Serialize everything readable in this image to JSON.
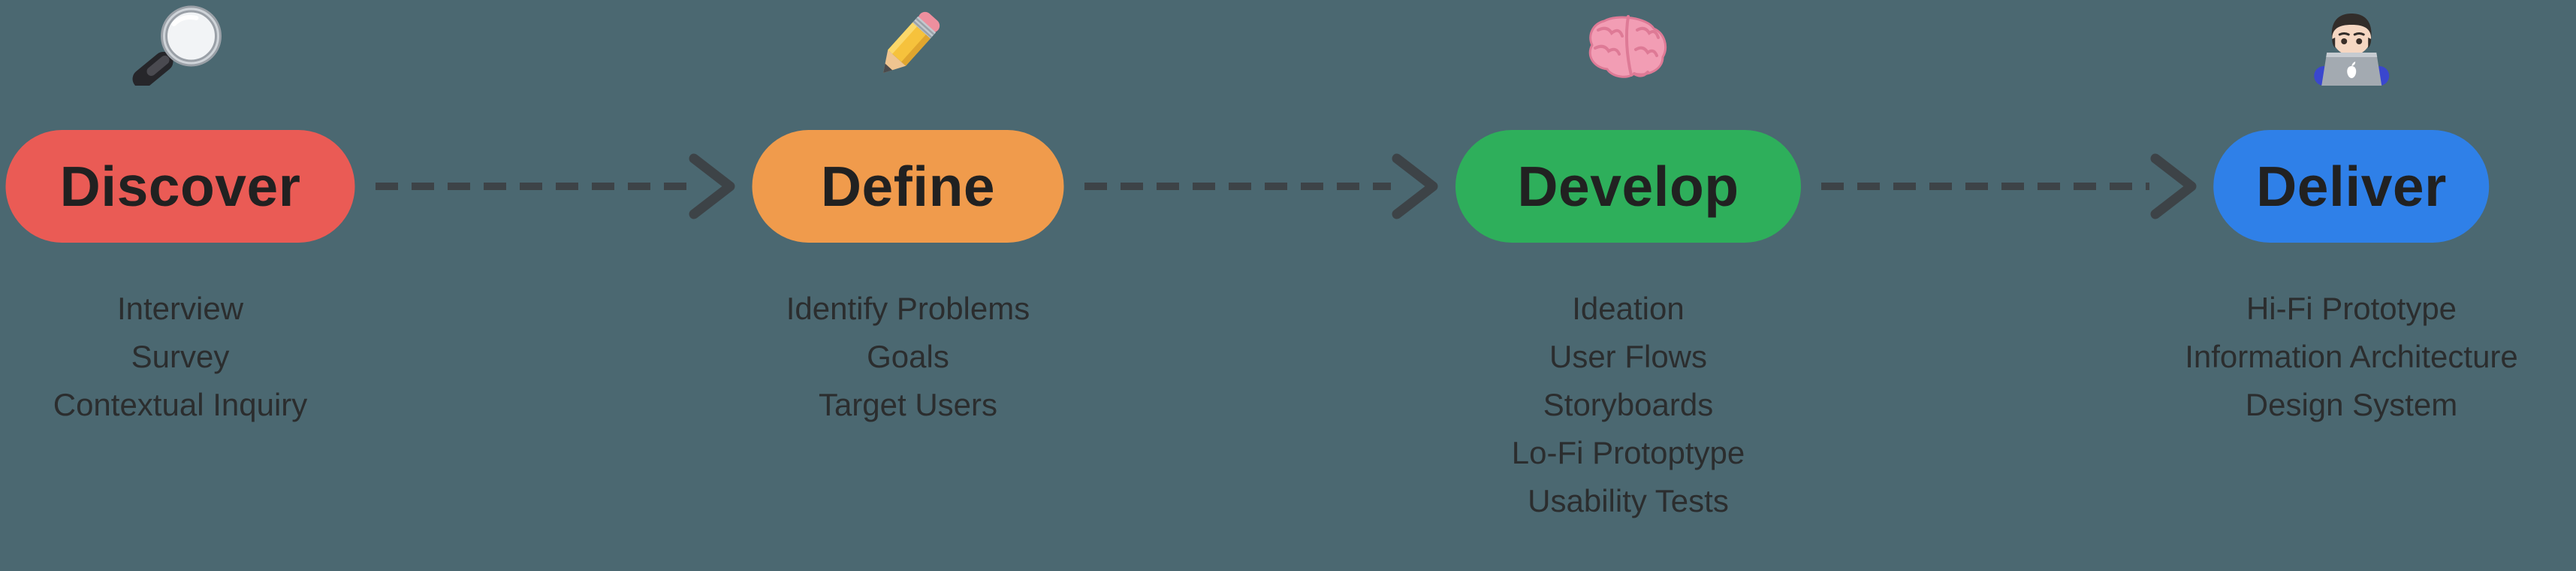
{
  "diagram": {
    "type": "process-flow",
    "background_color": "#4B6871",
    "title_text_color": "#212121",
    "item_text_color": "#2B2D2E",
    "connector": {
      "style": "dashed-arrow",
      "color": "#3D4347"
    },
    "stages": [
      {
        "id": "discover",
        "label": "Discover",
        "color": "#EA5B55",
        "icon": "magnifying-glass",
        "items": [
          "Interview",
          "Survey",
          "Contextual Inquiry"
        ]
      },
      {
        "id": "define",
        "label": "Define",
        "color": "#F09B4C",
        "icon": "pencil",
        "items": [
          "Identify Problems",
          "Goals",
          "Target Users"
        ]
      },
      {
        "id": "develop",
        "label": "Develop",
        "color": "#2EAF5B",
        "icon": "brain",
        "items": [
          "Ideation",
          "User Flows",
          "Storyboards",
          "Lo-Fi Protoptype",
          "Usability Tests"
        ]
      },
      {
        "id": "deliver",
        "label": "Deliver",
        "color": "#2F80E8",
        "icon": "man-technologist",
        "items": [
          "Hi-Fi Prototype",
          "Information Architecture",
          "Design System"
        ]
      }
    ]
  }
}
